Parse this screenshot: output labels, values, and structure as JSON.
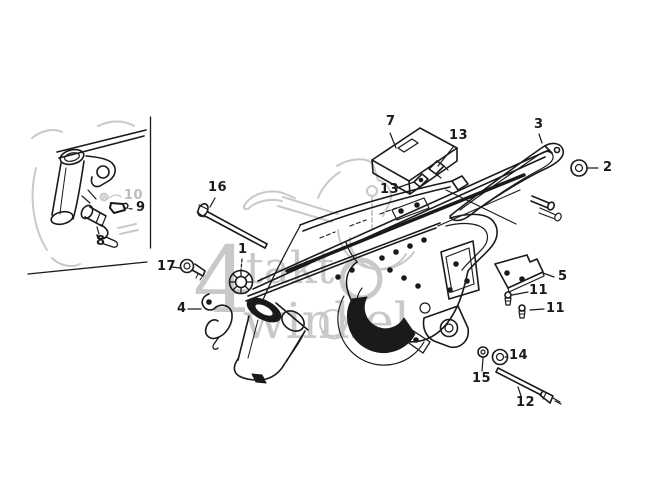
{
  "colors": {
    "ink": "#1a1a1a",
    "faded": "#c9c9c9",
    "watermark": "#c9c9c9",
    "background": "#ffffff"
  },
  "watermark": {
    "numeral": "4",
    "word1": "takt",
    "word2": "winkel"
  },
  "part_labels": [
    {
      "id": "7",
      "text": "7"
    },
    {
      "id": "13-upper",
      "text": "13"
    },
    {
      "id": "3",
      "text": "3"
    },
    {
      "id": "2",
      "text": "2"
    },
    {
      "id": "13-lower",
      "text": "13"
    },
    {
      "id": "16",
      "text": "16"
    },
    {
      "id": "10",
      "text": "10"
    },
    {
      "id": "9",
      "text": "9"
    },
    {
      "id": "8",
      "text": "8"
    },
    {
      "id": "17",
      "text": "17"
    },
    {
      "id": "1",
      "text": "1"
    },
    {
      "id": "4",
      "text": "4"
    },
    {
      "id": "5",
      "text": "5"
    },
    {
      "id": "11-upper",
      "text": "11"
    },
    {
      "id": "11-lower",
      "text": "11"
    },
    {
      "id": "14",
      "text": "14"
    },
    {
      "id": "15",
      "text": "15"
    },
    {
      "id": "12",
      "text": "12"
    }
  ]
}
